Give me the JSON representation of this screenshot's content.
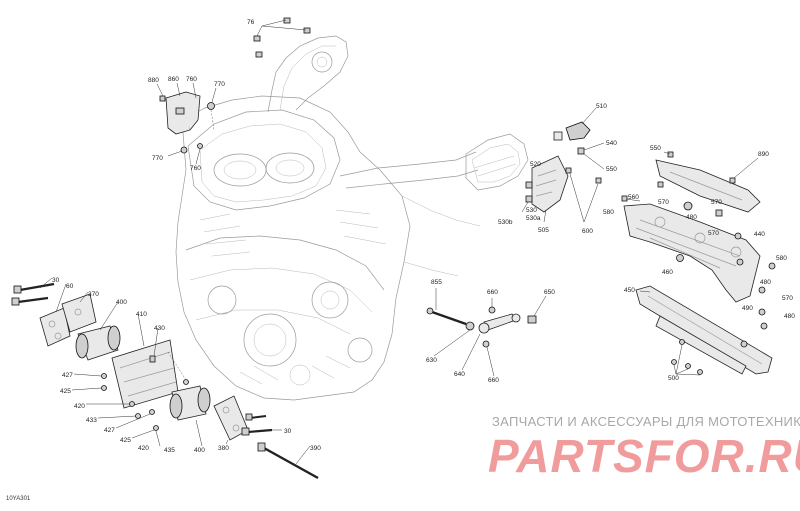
{
  "diagram_code": "10YA301",
  "watermark": {
    "tagline": "ЗАПЧАСТИ И АКСЕССУАРЫ ДЛЯ МОТОТЕХНИКИ",
    "brand": "PARTSFOR.RU"
  },
  "callouts": [
    {
      "id": "c76",
      "text": "76"
    },
    {
      "id": "c880",
      "text": "880"
    },
    {
      "id": "c860",
      "text": "860"
    },
    {
      "id": "c760a",
      "text": "760"
    },
    {
      "id": "c770a",
      "text": "770"
    },
    {
      "id": "c770b",
      "text": "770"
    },
    {
      "id": "c760b",
      "text": "760"
    },
    {
      "id": "c510",
      "text": "510"
    },
    {
      "id": "c540",
      "text": "540"
    },
    {
      "id": "c520",
      "text": "520"
    },
    {
      "id": "c550",
      "text": "550"
    },
    {
      "id": "c560",
      "text": "560"
    },
    {
      "id": "c530",
      "text": "530"
    },
    {
      "id": "c530a",
      "text": "530a"
    },
    {
      "id": "c530b",
      "text": "530b"
    },
    {
      "id": "c505",
      "text": "505"
    },
    {
      "id": "c600",
      "text": "600"
    },
    {
      "id": "c580",
      "text": "580"
    },
    {
      "id": "c550b",
      "text": "550"
    },
    {
      "id": "c890",
      "text": "890"
    },
    {
      "id": "c570a",
      "text": "570"
    },
    {
      "id": "c570b",
      "text": "570"
    },
    {
      "id": "c480a",
      "text": "480"
    },
    {
      "id": "c570c",
      "text": "570"
    },
    {
      "id": "c440",
      "text": "440"
    },
    {
      "id": "c580b",
      "text": "580"
    },
    {
      "id": "c460",
      "text": "460"
    },
    {
      "id": "c450",
      "text": "450"
    },
    {
      "id": "c480b",
      "text": "480"
    },
    {
      "id": "c570d",
      "text": "570"
    },
    {
      "id": "c490",
      "text": "490"
    },
    {
      "id": "c480c",
      "text": "480"
    },
    {
      "id": "c500",
      "text": "500"
    },
    {
      "id": "c855",
      "text": "855"
    },
    {
      "id": "c660a",
      "text": "660"
    },
    {
      "id": "c650",
      "text": "650"
    },
    {
      "id": "c630",
      "text": "630"
    },
    {
      "id": "c640",
      "text": "640"
    },
    {
      "id": "c660b",
      "text": "660"
    },
    {
      "id": "c30a",
      "text": "30"
    },
    {
      "id": "c60",
      "text": "60"
    },
    {
      "id": "c370",
      "text": "370"
    },
    {
      "id": "c400a",
      "text": "400"
    },
    {
      "id": "c410",
      "text": "410"
    },
    {
      "id": "c430",
      "text": "430"
    },
    {
      "id": "c427a",
      "text": "427"
    },
    {
      "id": "c425a",
      "text": "425"
    },
    {
      "id": "c420a",
      "text": "420"
    },
    {
      "id": "c433",
      "text": "433"
    },
    {
      "id": "c427b",
      "text": "427"
    },
    {
      "id": "c425b",
      "text": "425"
    },
    {
      "id": "c420b",
      "text": "420"
    },
    {
      "id": "c435",
      "text": "435"
    },
    {
      "id": "c400b",
      "text": "400"
    },
    {
      "id": "c380",
      "text": "380"
    },
    {
      "id": "c30b",
      "text": "30"
    },
    {
      "id": "c390",
      "text": "390"
    }
  ]
}
